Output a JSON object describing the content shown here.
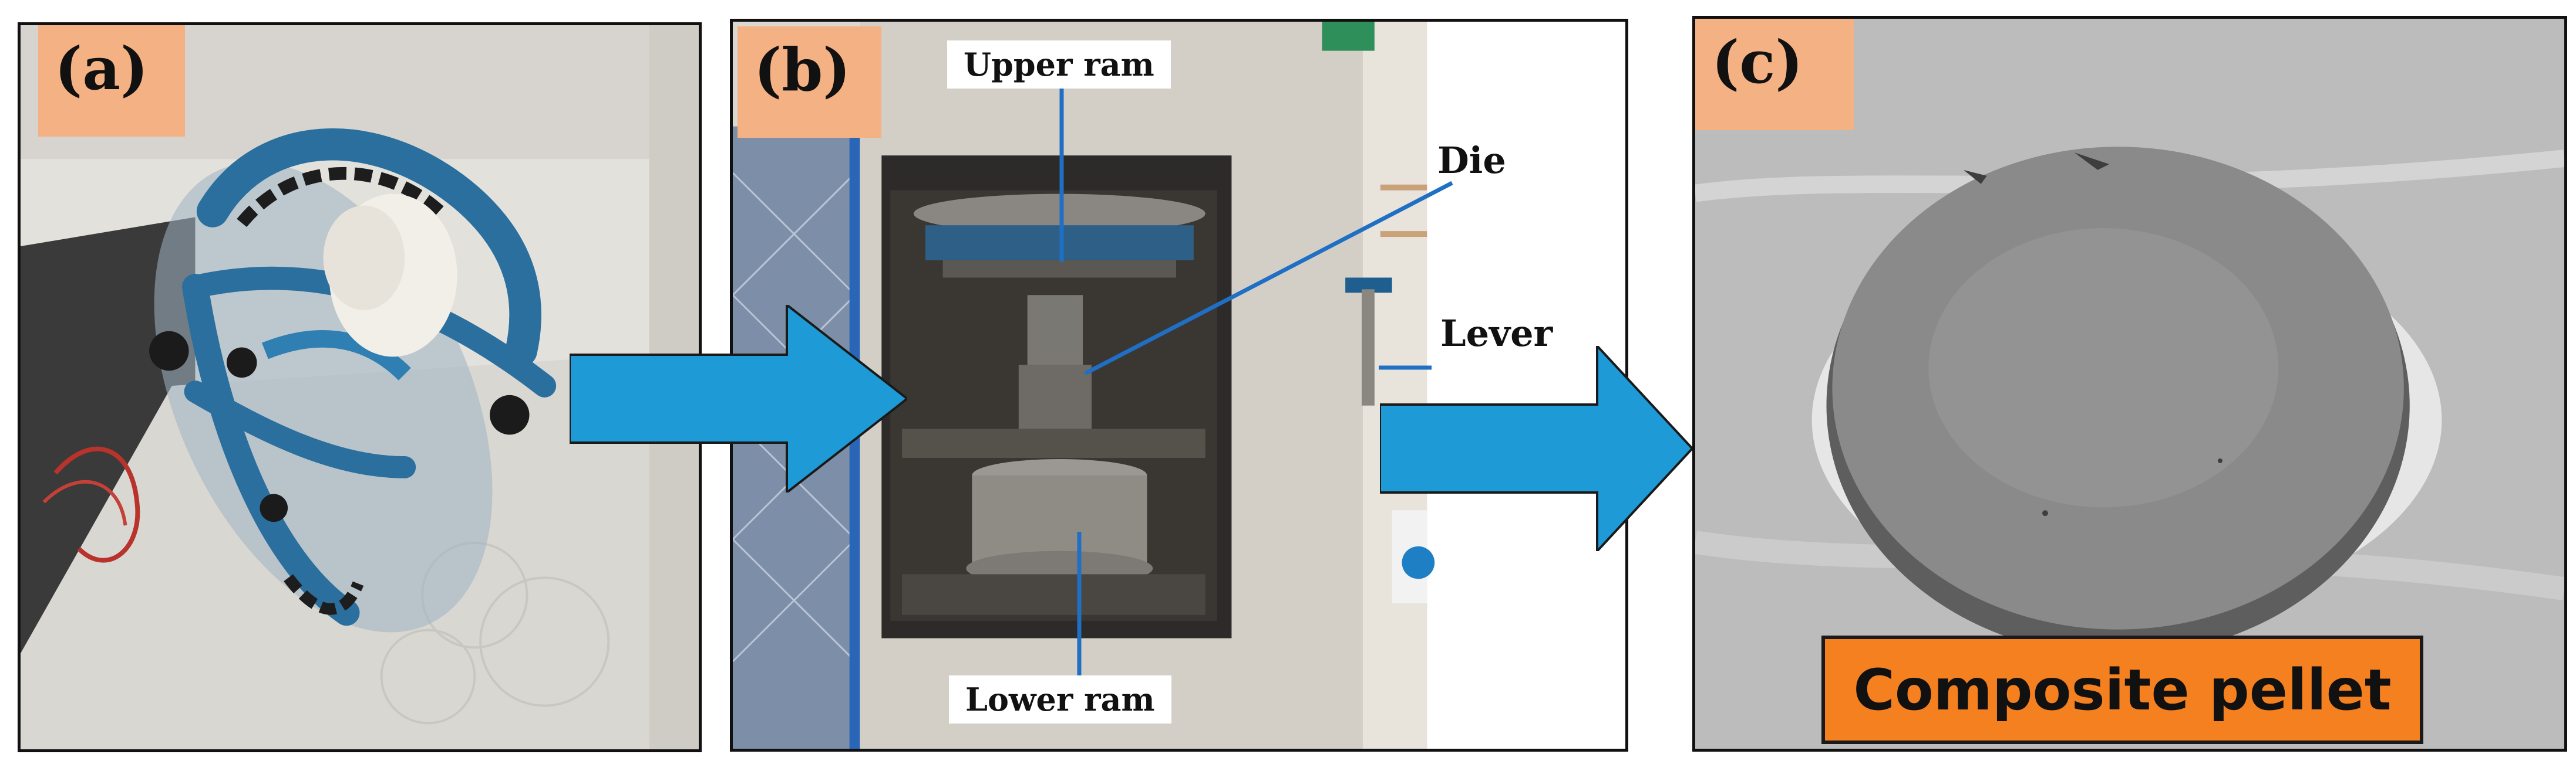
{
  "panels": {
    "a": {
      "tag": "(a)"
    },
    "b": {
      "tag": "(b)",
      "labels": {
        "upper_ram": "Upper ram",
        "die": "Die",
        "lever": "Lever",
        "lower_ram": "Lower ram"
      }
    },
    "c": {
      "tag": "(c)",
      "product_label": "Composite pellet"
    }
  },
  "colors": {
    "tag_background": "#f4b183",
    "flow_arrow": "#1e9ad6",
    "product_label_background": "#f5801f",
    "pointer_line": "#1f6fc4"
  },
  "icons": [
    "flow-arrow-icon",
    "pointer-line-icon"
  ]
}
